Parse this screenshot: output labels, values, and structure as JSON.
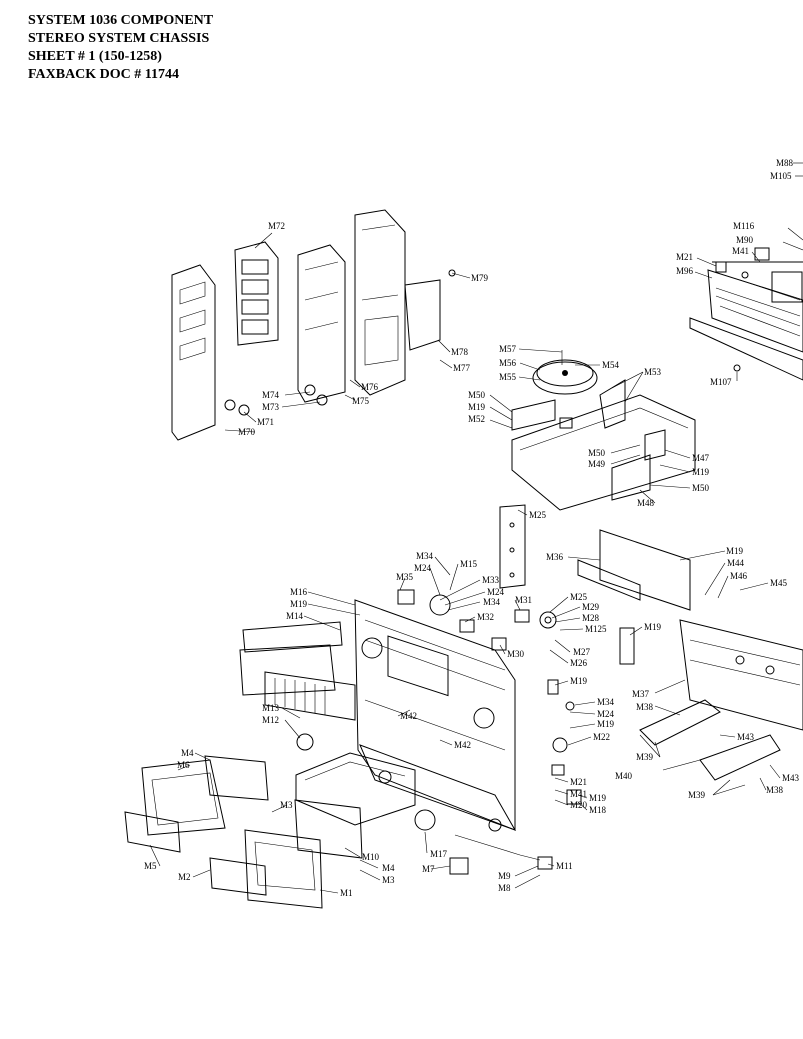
{
  "header": {
    "line1": "SYSTEM 1036 COMPONENT",
    "line2": "STEREO SYSTEM CHASSIS",
    "line3": "SHEET # 1  (150-1258)",
    "line4": "FAXBACK  DOC # 11744"
  },
  "labels": {
    "M88": "M88",
    "M105": "M105",
    "M116": "M116",
    "M90a": "M90",
    "M41a": "M41",
    "M21a": "M21",
    "M96": "M96",
    "M107": "M107",
    "M72": "M72",
    "M79": "M79",
    "M78": "M78",
    "M77": "M77",
    "M76": "M76",
    "M75": "M75",
    "M74": "M74",
    "M73": "M73",
    "M71": "M71",
    "M70": "M70",
    "M57": "M57",
    "M56": "M56",
    "M55": "M55",
    "M54": "M54",
    "M53": "M53",
    "M50a": "M50",
    "M19a": "M19",
    "M52": "M52",
    "M50b": "M50",
    "M49": "M49",
    "M47": "M47",
    "M19b": "M19",
    "M50c": "M50",
    "M48": "M48",
    "M25a": "M25",
    "M36": "M36",
    "M19c": "M19",
    "M44": "M44",
    "M46": "M46",
    "M45a": "M45",
    "M34a": "M34",
    "M24a": "M24",
    "M15": "M15",
    "M35": "M35",
    "M33": "M33",
    "M24b": "M24",
    "M34b": "M34",
    "M16": "M16",
    "M19d": "M19",
    "M14": "M14",
    "M32": "M32",
    "M31": "M31",
    "M25b": "M25",
    "M29": "M29",
    "M28": "M28",
    "M125": "M125",
    "M27": "M27",
    "M26": "M26",
    "M30": "M30",
    "M19e": "M19",
    "M19f": "M19",
    "M37": "M37",
    "M38": "M38",
    "M13": "M13",
    "M12": "M12",
    "M42a": "M42",
    "M42b": "M42",
    "M34c": "M34",
    "M24c": "M24",
    "M19g": "M19",
    "M22": "M22",
    "M43a": "M43",
    "M39a": "M39",
    "M40": "M40",
    "M43b": "M43",
    "M39b": "M39",
    "M38b": "M38",
    "M4a": "M4",
    "M6": "M6",
    "M21b": "M21",
    "M41b": "M41",
    "M20": "M20",
    "M19h": "M19",
    "M18": "M18",
    "M3a": "M3",
    "M10": "M10",
    "M17": "M17",
    "M4b": "M4",
    "M3b": "M3",
    "M5": "M5",
    "M2": "M2",
    "M1": "M1",
    "M7": "M7",
    "M11": "M11",
    "M9": "M9",
    "M8": "M8"
  }
}
